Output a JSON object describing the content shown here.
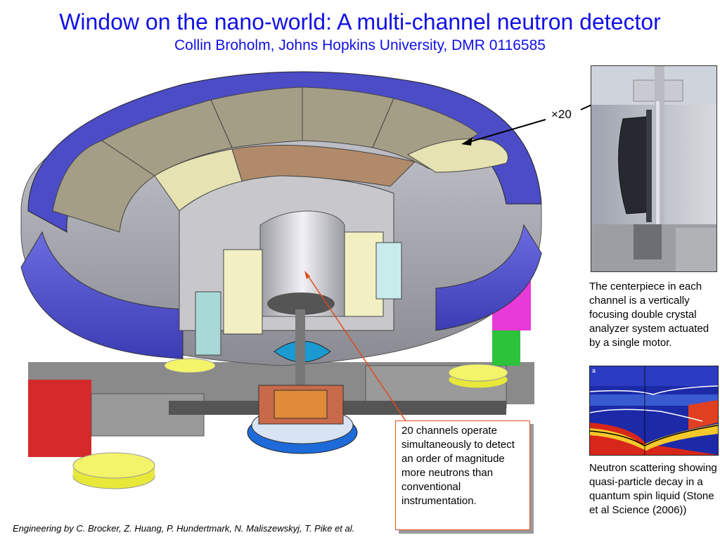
{
  "title": "Window on the nano-world: A multi-channel neutron detector",
  "subtitle": "Collin Broholm, Johns Hopkins University, DMR 0116585",
  "multiplier_label": "×20",
  "photo_caption": "The centerpiece in each channel is a vertically focusing double crystal analyzer system actuated by a single motor.",
  "plot_panel_letter": "a",
  "plot_caption": "Neutron scattering showing quasi-particle decay in a quantum spin liquid (Stone et al Science (2006))",
  "callout_text": "20 channels operate simultaneously to detect an order of magnitude more neutrons than conventional instrumentation.",
  "footer_credit": "Engineering by C. Brocker, Z. Huang, P. Hundertmark, N. Maliszewskyj, T. Pike et al.",
  "colors": {
    "title_blue": "#1010e6",
    "ring_blue": "#5a5ad8",
    "panel_tan": "#a59e86",
    "panel_yellow": "#e6e2b2",
    "panel_copper": "#b08a6a",
    "callout_border": "#e05020",
    "arrow_red": "#e04a1a"
  }
}
